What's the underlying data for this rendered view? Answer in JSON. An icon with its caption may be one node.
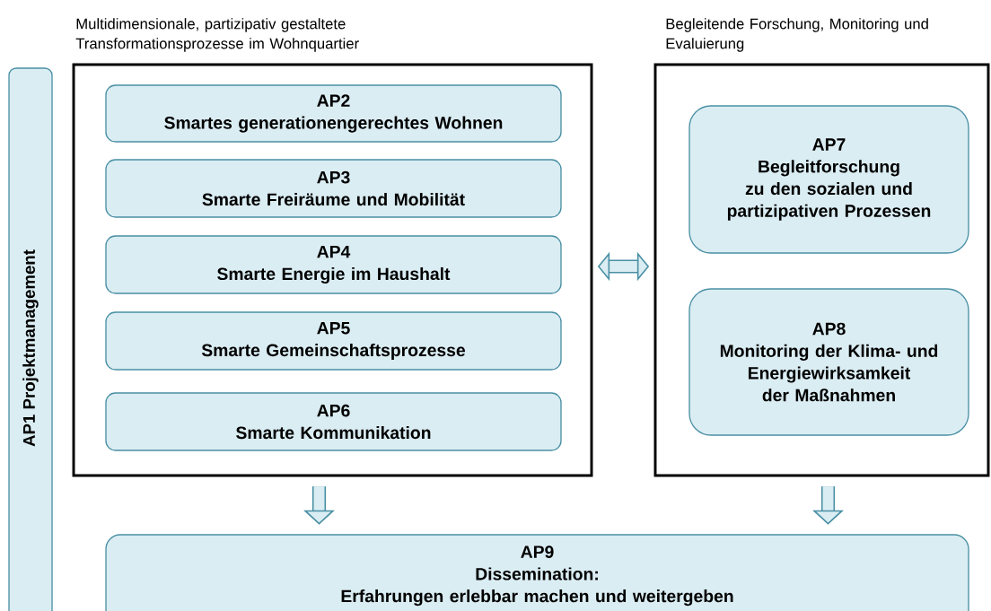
{
  "diagram": {
    "nodes": [
      {
        "text": [
          "AP1 Projektmanagement"
        ]
      },
      {
        "text": [
          "Multidimensionale, partizipativ gestaltete Transformationsprozesse im Wohnquartier"
        ]
      },
      {
        "text": [
          "AP2",
          "Smartes generationengerechtes Wohnen"
        ],
        "in": 1
      },
      {
        "text": [
          "AP3",
          "Smarte Freiräume und Mobilität"
        ],
        "in": 1
      },
      {
        "text": [
          "AP4",
          "Smarte Energie im Haushalt"
        ],
        "in": 1
      },
      {
        "text": [
          "AP5",
          "Smarte Gemeinschaftsprozesse"
        ],
        "in": 1
      },
      {
        "text": [
          "AP6",
          "Smarte Kommunikation"
        ],
        "in": 1
      },
      {
        "text": [
          "Begleitende Forschung, Monitoring und Evaluierung"
        ]
      },
      {
        "text": [
          "AP7",
          "Begleitforschung zu den sozialen und partizipativen Prozessen"
        ],
        "in": 7
      },
      {
        "text": [
          "AP8",
          "Monitoring der Klima- und Energiewirksamkeit der Maßnahmen"
        ],
        "in": 7
      },
      {
        "text": [
          "AP9",
          "Dissemination:",
          "Erfahrungen erlebbar machen und weitergeben"
        ]
      }
    ],
    "edges": [
      {
        "from": 1,
        "to": 7,
        "arrow": "both"
      },
      {
        "from": 1,
        "to": 10,
        "arrow": "to"
      },
      {
        "from": 7,
        "to": 10,
        "arrow": "to"
      }
    ]
  }
}
